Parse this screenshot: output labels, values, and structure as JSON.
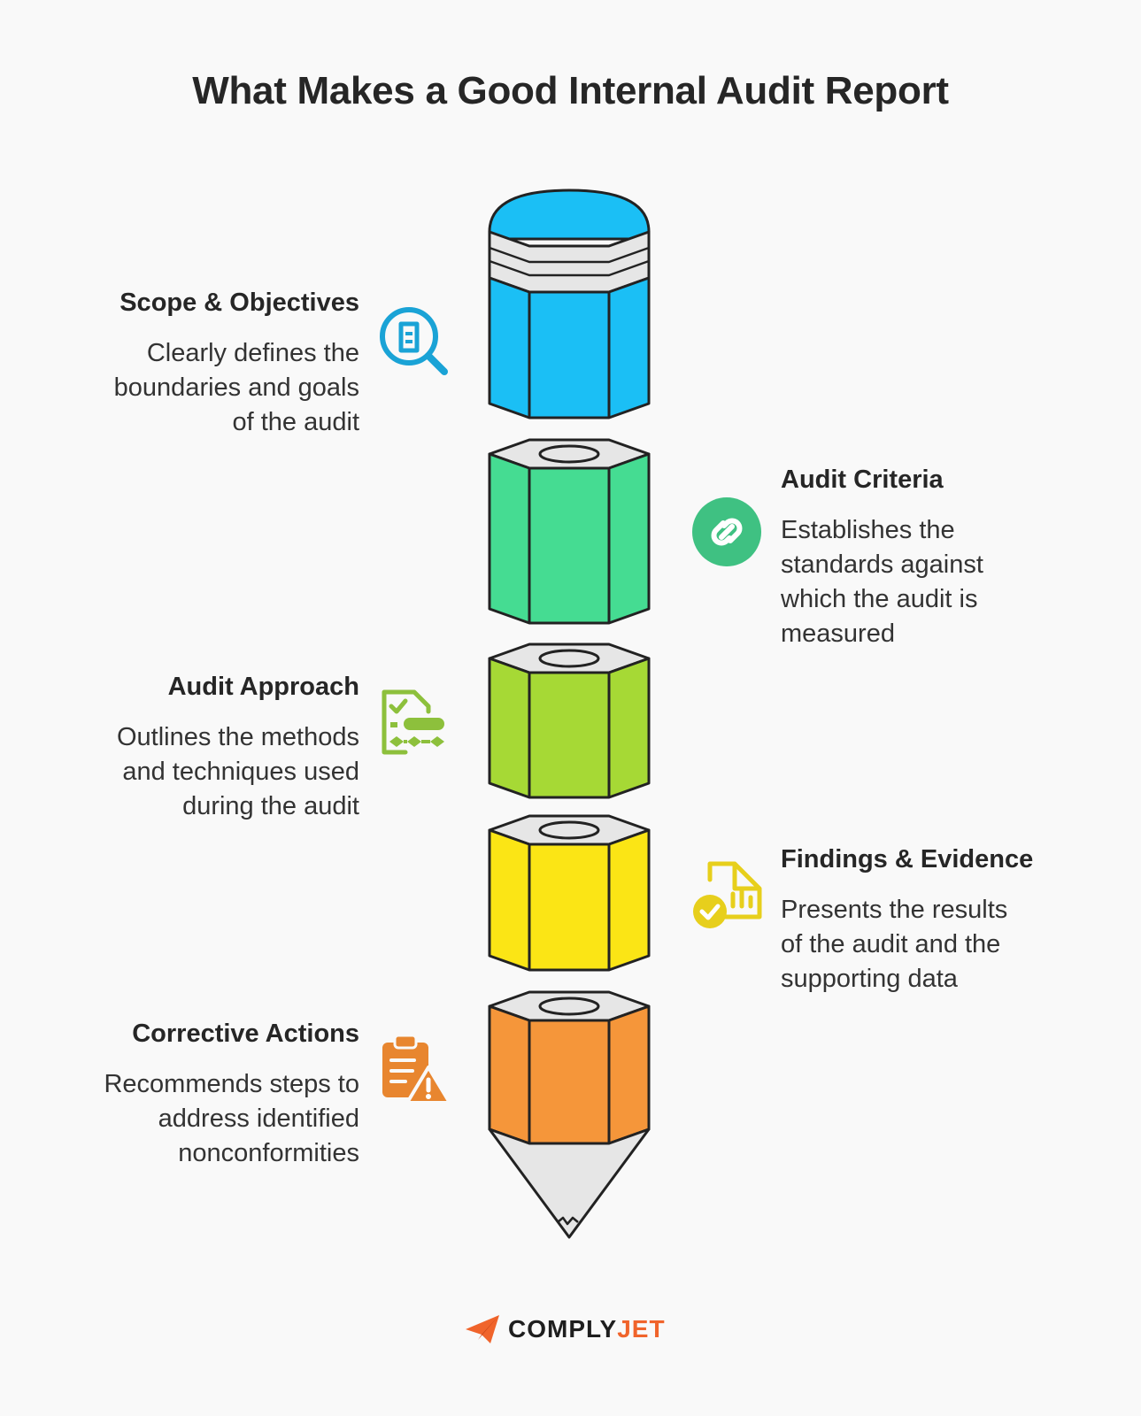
{
  "title": "What Makes a Good Internal Audit Report",
  "segments": [
    {
      "heading": "Scope & Objectives",
      "description": "Clearly defines the\nboundaries and goals\nof the audit",
      "color": "#1bbff5",
      "icon": "search-document-icon",
      "icon_color": "#1aa3d6"
    },
    {
      "heading": "Audit Criteria",
      "description": "Establishes the\nstandards against\nwhich the audit is\nmeasured",
      "color": "#45dc92",
      "icon": "link-circle-icon",
      "icon_color": "#3fc182"
    },
    {
      "heading": "Audit Approach",
      "description": "Outlines the methods\nand techniques used\nduring the audit",
      "color": "#a6d935",
      "icon": "checklist-flow-icon",
      "icon_color": "#8dc03c"
    },
    {
      "heading": "Findings & Evidence",
      "description": "Presents the results\nof the audit and the\nsupporting data",
      "color": "#fbe515",
      "icon": "report-check-icon",
      "icon_color": "#e7cf1c"
    },
    {
      "heading": "Corrective Actions",
      "description": "Recommends steps to\naddress identified\nnonconformities",
      "color": "#f5963a",
      "icon": "clipboard-warning-icon",
      "icon_color": "#e8862f"
    }
  ],
  "logo": {
    "part1": "COMPLY",
    "part2": "JET",
    "brand_color": "#f0642b"
  }
}
